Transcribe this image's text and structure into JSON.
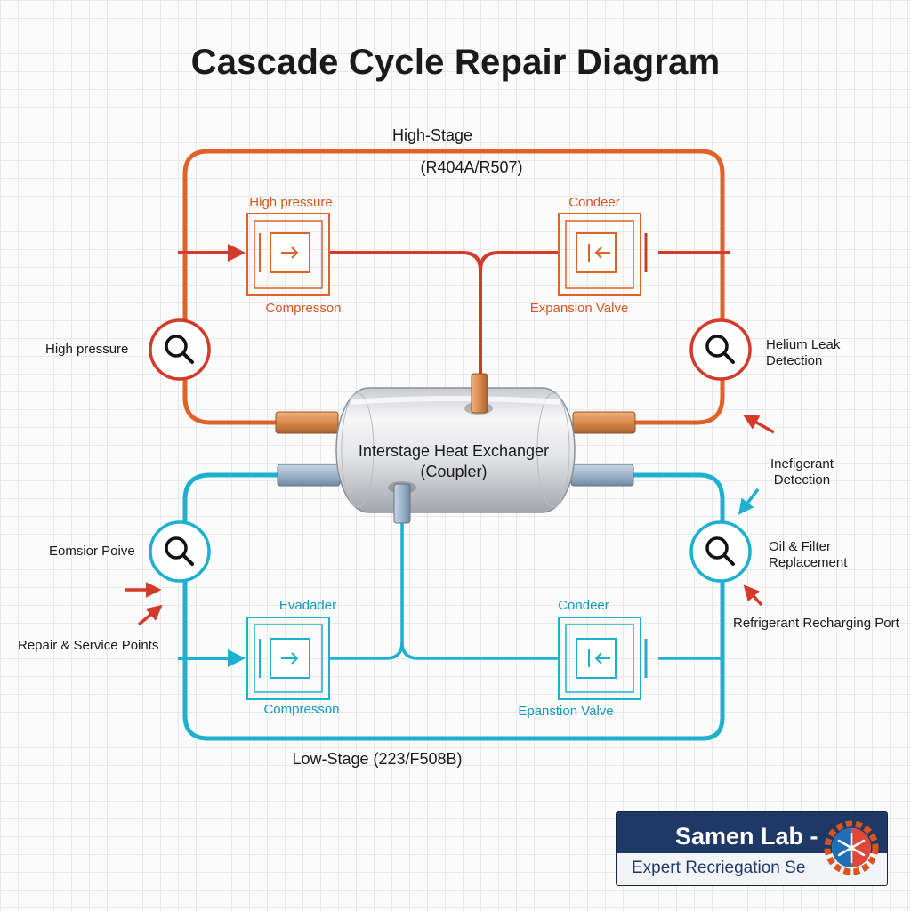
{
  "title": "Cascade Cycle Repair Diagram",
  "high_stage": {
    "title": "High-Stage",
    "refrigerant": "(R404A/R507)",
    "left_box_label": "High pressure",
    "left_box_caption": "Compresson",
    "right_box_label": "Condeer",
    "right_box_caption": "Expansion Valve",
    "color": "#e0622a"
  },
  "low_stage": {
    "title": "Low-Stage (223/F508B)",
    "left_box_label": "Evadader",
    "left_box_caption": "Compresson",
    "right_box_label": "Condeer",
    "right_box_caption": "Epanstion Valve",
    "color": "#1eb0cf"
  },
  "exchanger": {
    "line1": "Interstage Heat Exchanger",
    "line2": "(Coupler)"
  },
  "service_points": {
    "high_left": "High pressure",
    "high_right_1": "Helium Leak",
    "high_right_2": "Detection",
    "refrigerant_det_1": "Inefigerant",
    "refrigerant_det_2": "Detection",
    "low_left": "Eomsior Poive",
    "low_right_1": "Oil & Filter",
    "low_right_2": "Replacement",
    "legend": "Repair & Service Points",
    "recharge": "Refrigerant Recharging Port"
  },
  "badge": {
    "title": "Samen Lab -",
    "subtitle": "Expert Recriegation Se"
  },
  "icons": {
    "service_point": "magnifier-icon",
    "pointer": "arrow-icon",
    "logo": "snowflake-gear-logo"
  }
}
